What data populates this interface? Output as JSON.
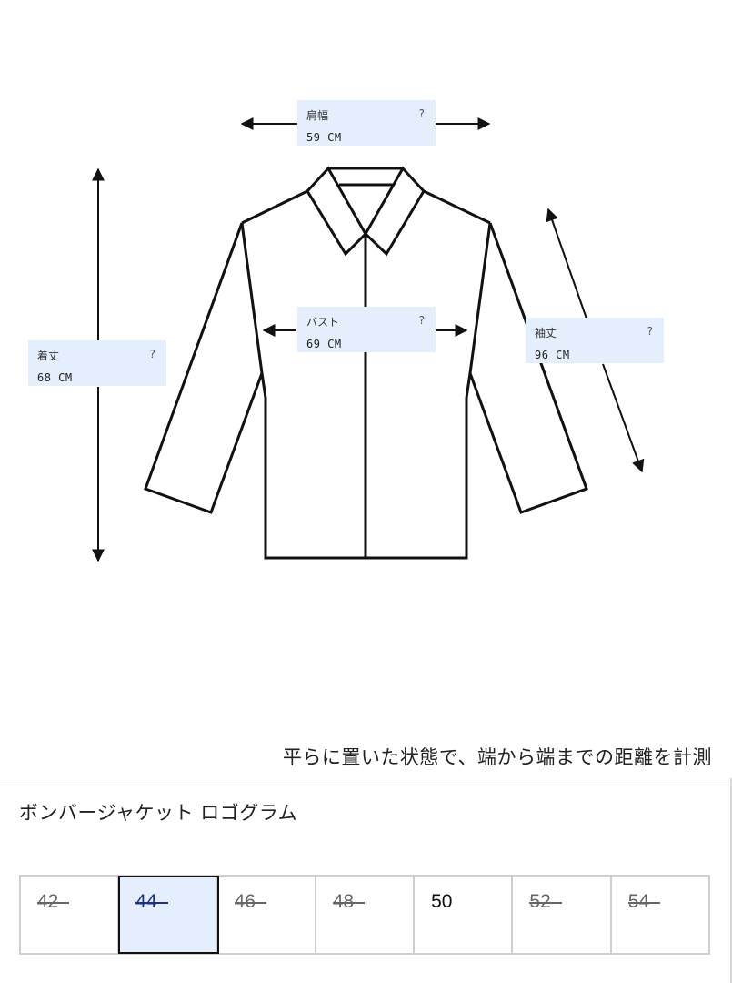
{
  "measurements": [
    {
      "key": "shoulder",
      "label": "肩幅",
      "help": "?",
      "value": "59 CM"
    },
    {
      "key": "bust",
      "label": "バスト",
      "help": "?",
      "value": "69 CM"
    },
    {
      "key": "length",
      "label": "着丈",
      "help": "?",
      "value": "68 CM"
    },
    {
      "key": "sleeve",
      "label": "袖丈",
      "help": "?",
      "value": "96 CM"
    }
  ],
  "note": "平らに置いた状態で、端から端までの距離を計測",
  "product": {
    "title": "ボンバージャケット ロゴグラム"
  },
  "sizes": [
    {
      "label": "42",
      "state": "unavailable"
    },
    {
      "label": "44",
      "state": "selected"
    },
    {
      "label": "46",
      "state": "unavailable"
    },
    {
      "label": "48",
      "state": "unavailable"
    },
    {
      "label": "50",
      "state": "available"
    },
    {
      "label": "52",
      "state": "unavailable"
    },
    {
      "label": "54",
      "state": "unavailable"
    }
  ],
  "colors": {
    "box_bg": "#e4eefc",
    "selected_text": "#1a2f8a",
    "line": "#111111"
  }
}
